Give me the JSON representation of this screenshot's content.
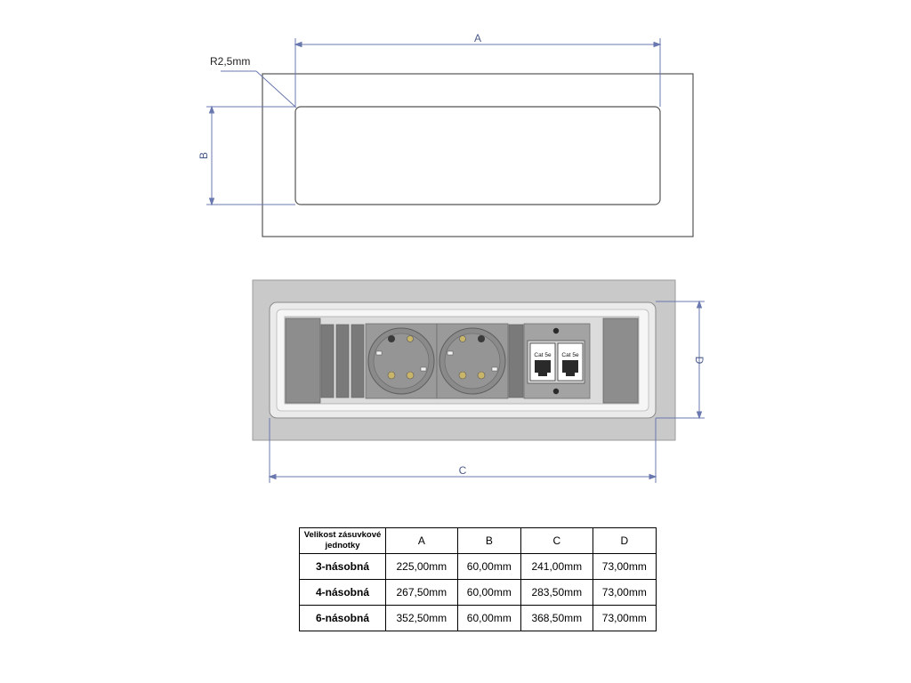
{
  "top_view": {
    "label_a": "A",
    "label_b": "B",
    "radius_label": "R2,5mm"
  },
  "front_view": {
    "label_c": "C",
    "label_d": "D",
    "jack_label_1": "Cat 5e",
    "jack_label_2": "Cat 5e"
  },
  "table": {
    "corner_header": "Velikost zásuvkové jednotky",
    "columns": [
      "A",
      "B",
      "C",
      "D"
    ],
    "rows": [
      {
        "name": "3-násobná",
        "values": [
          "225,00mm",
          "60,00mm",
          "241,00mm",
          "73,00mm"
        ]
      },
      {
        "name": "4-násobná",
        "values": [
          "267,50mm",
          "60,00mm",
          "283,50mm",
          "73,00mm"
        ]
      },
      {
        "name": "6-násobná",
        "values": [
          "352,50mm",
          "60,00mm",
          "368,50mm",
          "73,00mm"
        ]
      }
    ]
  },
  "colors": {
    "dimension_line": "#6a78b0",
    "frame": "#c8c8c8",
    "socket": "#8a8a8a"
  }
}
